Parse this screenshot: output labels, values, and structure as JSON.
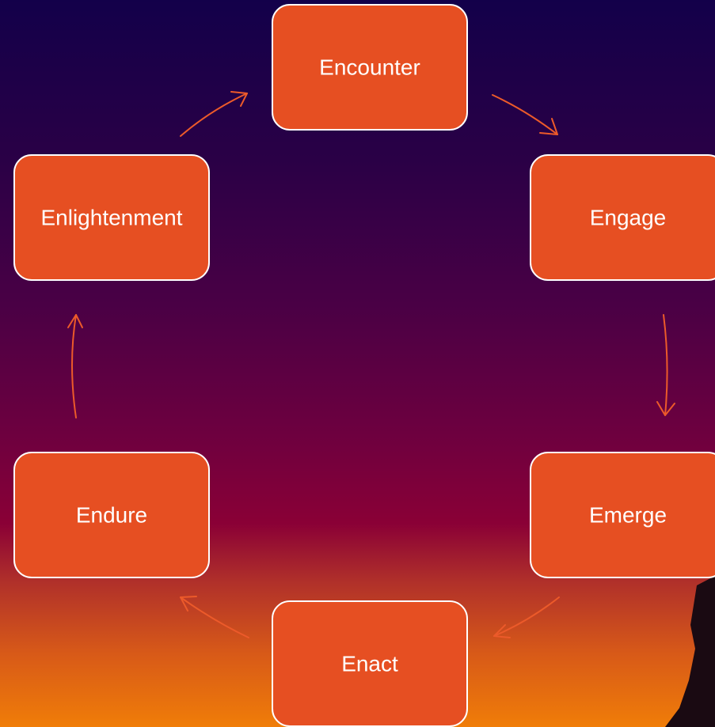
{
  "diagram": {
    "colors": {
      "node_fill": "#e64f22",
      "node_stroke": "#ffffff",
      "arrow": "#ec5a2a",
      "text": "#ffffff"
    },
    "nodes": [
      {
        "id": "encounter",
        "label": "Encounter"
      },
      {
        "id": "engage",
        "label": "Engage"
      },
      {
        "id": "emerge",
        "label": "Emerge"
      },
      {
        "id": "enact",
        "label": "Enact"
      },
      {
        "id": "endure",
        "label": "Endure"
      },
      {
        "id": "enlightenment",
        "label": "Enlightenment"
      }
    ],
    "edges": [
      {
        "from": "encounter",
        "to": "engage"
      },
      {
        "from": "engage",
        "to": "emerge"
      },
      {
        "from": "emerge",
        "to": "enact"
      },
      {
        "from": "enact",
        "to": "endure"
      },
      {
        "from": "endure",
        "to": "enlightenment"
      },
      {
        "from": "enlightenment",
        "to": "encounter"
      }
    ]
  }
}
